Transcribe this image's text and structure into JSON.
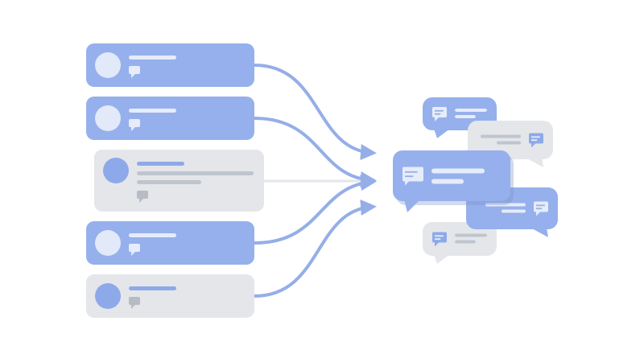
{
  "colors": {
    "blue_card": "#95b0ec",
    "gray_card": "#e4e6ea",
    "avatar_light": "#e2e9f8",
    "avatar_blue": "#8ea9ea",
    "line_light": "#e6ecf9",
    "line_gray": "#bfc5ce",
    "line_blue": "#8fa9e8",
    "arrow": "#95aee8",
    "background": "#ffffff"
  },
  "left_cards": [
    {
      "variant": "blue",
      "icon": "chat-bubble-icon"
    },
    {
      "variant": "blue",
      "icon": "chat-bubble-icon"
    },
    {
      "variant": "gray",
      "icon": "chat-bubble-icon"
    },
    {
      "variant": "blue",
      "icon": "chat-bubble-icon"
    },
    {
      "variant": "gray",
      "icon": "chat-bubble-icon"
    }
  ],
  "right_bubbles": [
    {
      "variant": "blue"
    },
    {
      "variant": "gray"
    },
    {
      "variant": "gray"
    },
    {
      "variant": "blue"
    },
    {
      "variant": "blue"
    }
  ]
}
